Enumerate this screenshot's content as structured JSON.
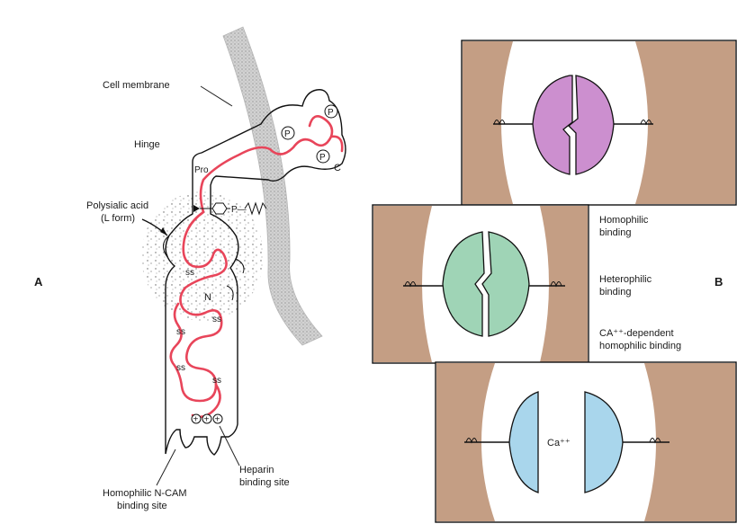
{
  "panel_a": {
    "letter": "A",
    "labels": {
      "cell_membrane": "Cell membrane",
      "hinge": "Hinge",
      "pro": "Pro",
      "polysialic_line1": "Polysialic acid",
      "polysialic_line2": "(L form)",
      "n": "N",
      "c": "C",
      "ss": "ss",
      "phosphate": "P",
      "lipid": "P—",
      "heparin_line1": "Heparin",
      "heparin_line2": "binding site",
      "homophilic_line1": "Homophilic N-CAM",
      "homophilic_line2": "binding site"
    }
  },
  "panel_b": {
    "letter": "B",
    "labels": {
      "homophilic_line1": "Homophilic",
      "homophilic_line2": "binding",
      "heterophilic_line1": "Heterophilic",
      "heterophilic_line2": "binding",
      "ca_line1": "CA⁺⁺-dependent",
      "ca_line2": "homophilic binding",
      "ca_ion": "Ca⁺⁺"
    },
    "colors": {
      "cell": "#c49e84",
      "homophilic": "#cc8fcf",
      "heterophilic": "#9fd4b6",
      "calcium": "#a9d6ec"
    }
  }
}
